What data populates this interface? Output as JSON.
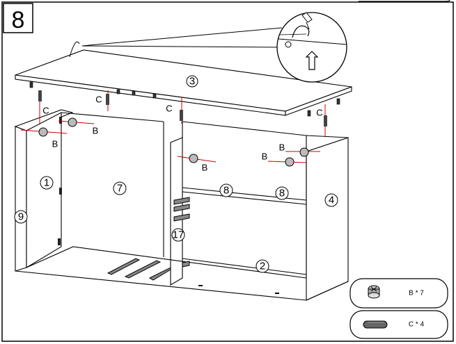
{
  "step": {
    "number": "8"
  },
  "parts": {
    "p3": "3",
    "p1": "1",
    "p7": "7",
    "p8a": "8",
    "p8b": "8",
    "p4": "4",
    "p9": "9",
    "p17": "17",
    "p2": "2"
  },
  "fittings": {
    "letter_c": "C",
    "letter_b": "B"
  },
  "legend": {
    "cam_label": "B * 7",
    "dowel_label": "C * 4",
    "cam_icon": "cam-lock-icon",
    "dowel_icon": "wood-dowel-icon"
  }
}
